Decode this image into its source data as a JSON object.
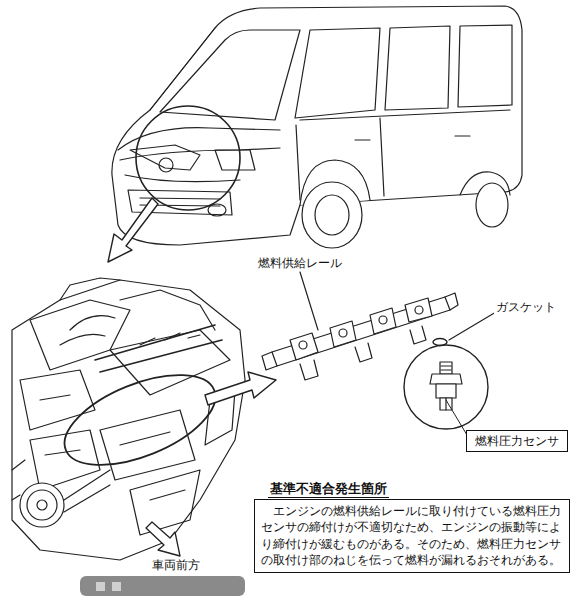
{
  "diagram": {
    "nodes": [
      {
        "text": [
          "燃料圧力センサ"
        ]
      },
      {
        "text": [
          "基準不適合発生箇所",
          "エンジンの燃料供給レールに取り付けている燃料圧力センサの締付けが不適切なため、エンジンの振動等により締付けが緩むものがある。そのため、燃料圧力センサの取付け部のねじを伝って燃料が漏れるおそれがある。"
        ]
      }
    ],
    "labels": [
      "燃料供給レール",
      "ガスケット",
      "車両前方"
    ]
  }
}
